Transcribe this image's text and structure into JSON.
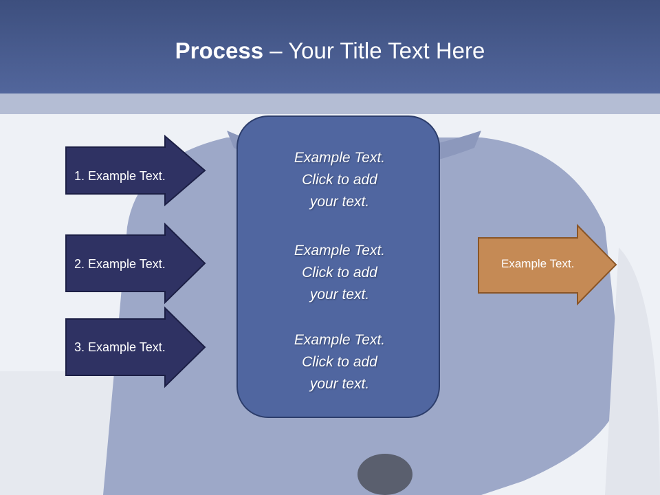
{
  "slide": {
    "title_bold": "Process",
    "title_rest": " – Your Title Text Here"
  },
  "input_arrows": [
    {
      "label": "1. Example Text."
    },
    {
      "label": "2. Example Text."
    },
    {
      "label": "3. Example Text."
    }
  ],
  "center_box": {
    "blocks": [
      {
        "lines": [
          "Example Text.",
          "Click  to add",
          "your text."
        ]
      },
      {
        "lines": [
          "Example Text.",
          "Click  to add",
          "your text."
        ]
      },
      {
        "lines": [
          "Example Text.",
          "Click  to add",
          "your text."
        ]
      }
    ]
  },
  "output_arrow": {
    "label": "Example Text."
  },
  "colors": {
    "title_band": "#3d4f7e",
    "input_arrow_fill": "#2f3263",
    "center_box_fill": "#5066a0",
    "output_arrow_fill": "#c58a55",
    "output_arrow_stroke": "#8a5526"
  }
}
